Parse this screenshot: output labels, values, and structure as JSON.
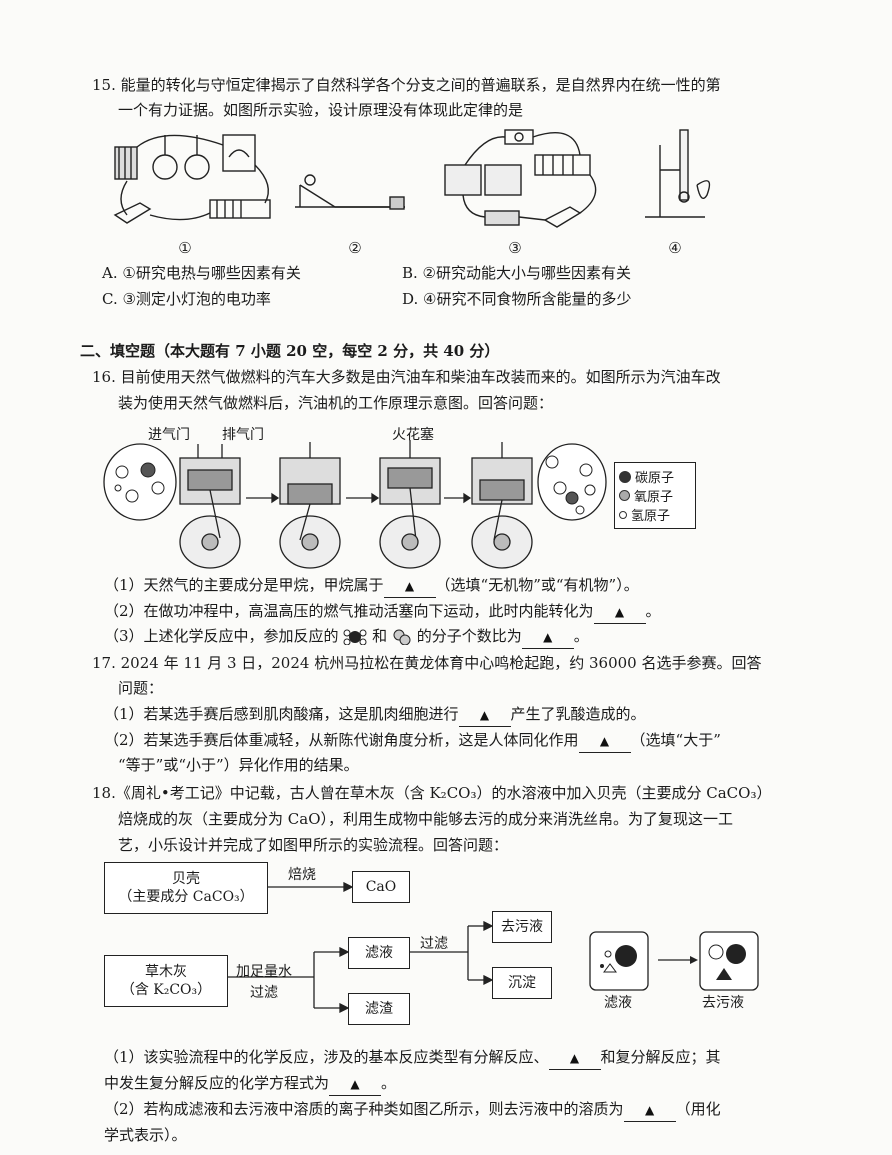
{
  "q15": {
    "line1": "15. 能量的转化与守恒定律揭示了自然科学各个分支之间的普遍联系，是自然界内在统一性的第",
    "line2": "一个有力证据。如图所示实验，设计原理没有体现此定律的是",
    "fig_labels": [
      "①",
      "②",
      "③",
      "④"
    ],
    "optA": "A. ①研究电热与哪些因素有关",
    "optB": "B. ②研究动能大小与哪些因素有关",
    "optC": "C. ③测定小灯泡的电功率",
    "optD": "D. ④研究不同食物所含能量的多少"
  },
  "section2": {
    "title": "二、填空题（本大题有 7 小题 20 空，每空 2 分，共 40 分）"
  },
  "q16": {
    "line1": "16. 目前使用天然气做燃料的汽车大多数是由汽油车和柴油车改装而来的。如图所示为汽油车改",
    "line2": "装为使用天然气做燃料后，汽油机的工作原理示意图。回答问题：",
    "labels": {
      "intake": "进气门",
      "exhaust": "排气门",
      "spark": "火花塞"
    },
    "legend": [
      "碳原子",
      "氧原子",
      "氢原子"
    ],
    "p1a": "（1）天然气的主要成分是甲烷，甲烷属于",
    "p1b": "（选填“无机物”或“有机物”）。",
    "p2a": "（2）在做功冲程中，高温高压的燃气推动活塞向下运动，此时内能转化为",
    "p2b": "。",
    "p3a": "（3）上述化学反应中，参加反应的",
    "p3b": "和",
    "p3c": "的分子个数比为",
    "p3d": "。"
  },
  "q17": {
    "line1": "17. 2024 年 11 月 3 日，2024 杭州马拉松在黄龙体育中心鸣枪起跑，约 36000 名选手参赛。回答",
    "line2": "问题：",
    "p1a": "（1）若某选手赛后感到肌肉酸痛，这是肌肉细胞进行",
    "p1b": "产生了乳酸造成的。",
    "p2a": "（2）若某选手赛后体重减轻，从新陈代谢角度分析，这是人体同化作用",
    "p2b": "（选填“大于”",
    "p2c": "“等于”或“小于”）异化作用的结果。"
  },
  "q18": {
    "line1": "18.《周礼•考工记》中记载，古人曾在草木灰（含 K₂CO₃）的水溶液中加入贝壳（主要成分 CaCO₃）",
    "line2": "焙烧成的灰（主要成分为 CaO），利用生成物中能够去污的成分来消洗丝帛。为了复现这一工",
    "line3": "艺，小乐设计并完成了如图甲所示的实验流程。回答问题：",
    "flow": {
      "shell_1": "贝壳",
      "shell_2": "（主要成分 CaCO₃）",
      "roast": "焙烧",
      "cao": "CaO",
      "ash_1": "草木灰",
      "ash_2": "（含 K₂CO₃）",
      "water_1": "加足量水",
      "water_2": "过滤",
      "filtrate": "滤液",
      "residue": "滤渣",
      "filter": "过滤",
      "cleaner": "去污液",
      "precip": "沉淀"
    },
    "ion_labels": [
      "滤液",
      "去污液"
    ],
    "p1a": "（1）该实验流程中的化学反应，涉及的基本反应类型有分解反应、",
    "p1b": "和复分解反应；其",
    "p1c": "中发生复分解反应的化学方程式为",
    "p1d": "。",
    "p2a": "（2）若构成滤液和去污液中溶质的离子种类如图乙所示，则去污液中的溶质为",
    "p2b": "（用化",
    "p2c": "学式表示）。"
  },
  "mark": "▲"
}
